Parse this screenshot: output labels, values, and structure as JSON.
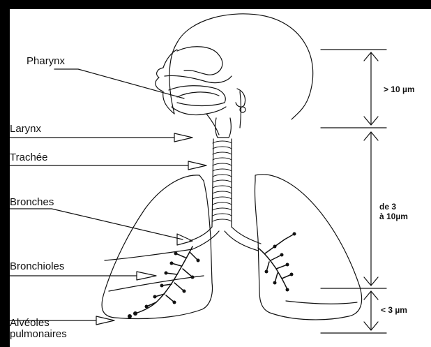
{
  "labels": {
    "pharynx": "Pharynx",
    "larynx": "Larynx",
    "trachee": "Trachée",
    "bronches": "Bronches",
    "bronchioles": "Bronchioles",
    "alveoles_line1": "Alvéoles",
    "alveoles_line2": "pulmonaires"
  },
  "size_ranges": {
    "upper": "> 10 µm",
    "middle_line1": "de 3",
    "middle_line2": "à 10µm",
    "lower": "< 3 µm"
  },
  "colors": {
    "frame": "#000000",
    "background": "#ffffff",
    "ink": "#111111"
  }
}
